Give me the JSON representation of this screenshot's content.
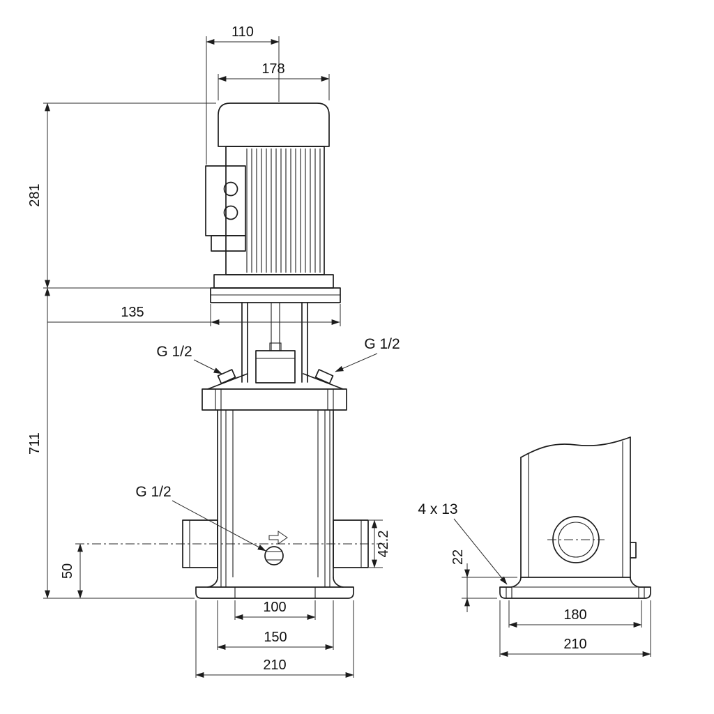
{
  "page": {
    "background": "#ffffff",
    "line_color": "#1c1c1c"
  },
  "front_view": {
    "dim_motor_box_to_center": "110",
    "dim_motor_width": "178",
    "dim_motor_height": "281",
    "dim_head_width": "135",
    "dim_pump_height": "711",
    "label_plug_left": "G 1/2",
    "label_plug_right": "G 1/2",
    "label_drain_plug": "G 1/2",
    "dim_port_diameter": "42.2",
    "dim_port_center_to_base": "50",
    "dim_base_inner": "100",
    "dim_base_mid": "150",
    "dim_base_width": "210"
  },
  "side_view": {
    "label_foot_holes": "4 x 13",
    "dim_foot_height": "22",
    "dim_hole_spacing": "180",
    "dim_foot_width": "210"
  }
}
